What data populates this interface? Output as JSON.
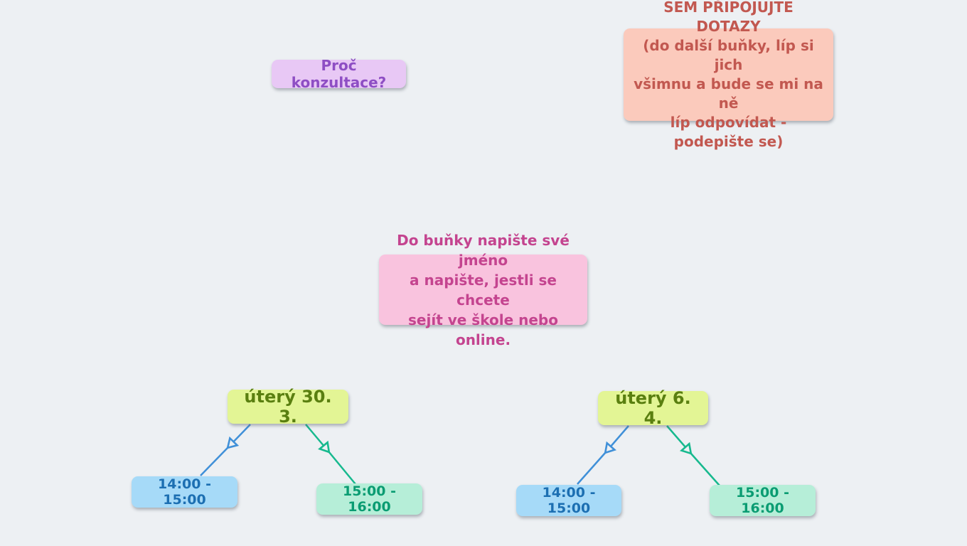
{
  "canvas": {
    "background_color": "#edf0f3"
  },
  "nodes": {
    "question": {
      "label": "Proč konzultace?",
      "bg": "#e8c8f5",
      "text_color": "#8e4ec4"
    },
    "dotazy": {
      "label": "SEM PŘIPOJUJTE DOTAZY\n(do další buňky, líp si jich\nvšimnu a bude se mi na ně\nlíp odpovídat - podepište se)",
      "bg": "#fbcabc",
      "text_color": "#c25850"
    },
    "instructions": {
      "label": "Do buňky napište své jméno\na napište, jestli se chcete\nsejít ve škole nebo online.",
      "bg": "#f9c3de",
      "text_color": "#c4448f"
    },
    "date1": {
      "label": "úterý 30. 3.",
      "bg": "#e3f595",
      "text_color": "#5a7f10"
    },
    "date2": {
      "label": "úterý 6. 4.",
      "bg": "#e3f595",
      "text_color": "#5a7f10"
    },
    "slot1a": {
      "label": "14:00 - 15:00",
      "bg": "#a6daf8",
      "text_color": "#1c6fb2"
    },
    "slot1b": {
      "label": "15:00 - 16:00",
      "bg": "#b6eed8",
      "text_color": "#0a9c72"
    },
    "slot2a": {
      "label": "14:00 - 15:00",
      "bg": "#a6daf8",
      "text_color": "#1c6fb2"
    },
    "slot2b": {
      "label": "15:00 - 16:00",
      "bg": "#b6eed8",
      "text_color": "#0a9c72"
    }
  },
  "edges": [
    {
      "from": "date1",
      "to": "slot1a",
      "color": "#4090d8"
    },
    {
      "from": "date1",
      "to": "slot1b",
      "color": "#17b98e"
    },
    {
      "from": "date2",
      "to": "slot2a",
      "color": "#4090d8"
    },
    {
      "from": "date2",
      "to": "slot2b",
      "color": "#17b98e"
    }
  ]
}
